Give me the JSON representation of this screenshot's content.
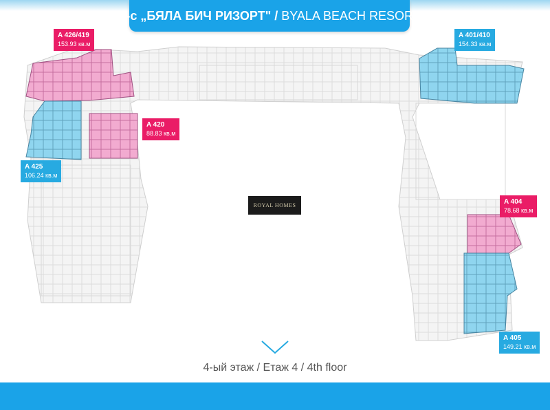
{
  "header": {
    "title_bold": "К-с „БЯЛА БИЧ РИЗОРТ\" /",
    "title_light": "BYALA BEACH RESORT"
  },
  "apartments": [
    {
      "name": "A 426/419",
      "area": "153.93 кв.м",
      "color": "#ea1c66"
    },
    {
      "name": "A 420",
      "area": "88.83 кв.м",
      "color": "#ea1c66"
    },
    {
      "name": "A 425",
      "area": "106.24 кв.м",
      "color": "#27aae1"
    },
    {
      "name": "A 401/410",
      "area": "154.33 кв.м",
      "color": "#27aae1"
    },
    {
      "name": "A 404",
      "area": "78.68 кв.м",
      "color": "#ea1c66"
    },
    {
      "name": "A 405",
      "area": "149.21 кв.м",
      "color": "#27aae1"
    }
  ],
  "logo": {
    "text": "ROYAL HOMES"
  },
  "floor": {
    "label": "4-ый этаж / Етаж 4 / 4th floor"
  },
  "colors": {
    "accent": "#1aa3e8",
    "pink": "#ea1c66",
    "blue": "#27aae1"
  }
}
